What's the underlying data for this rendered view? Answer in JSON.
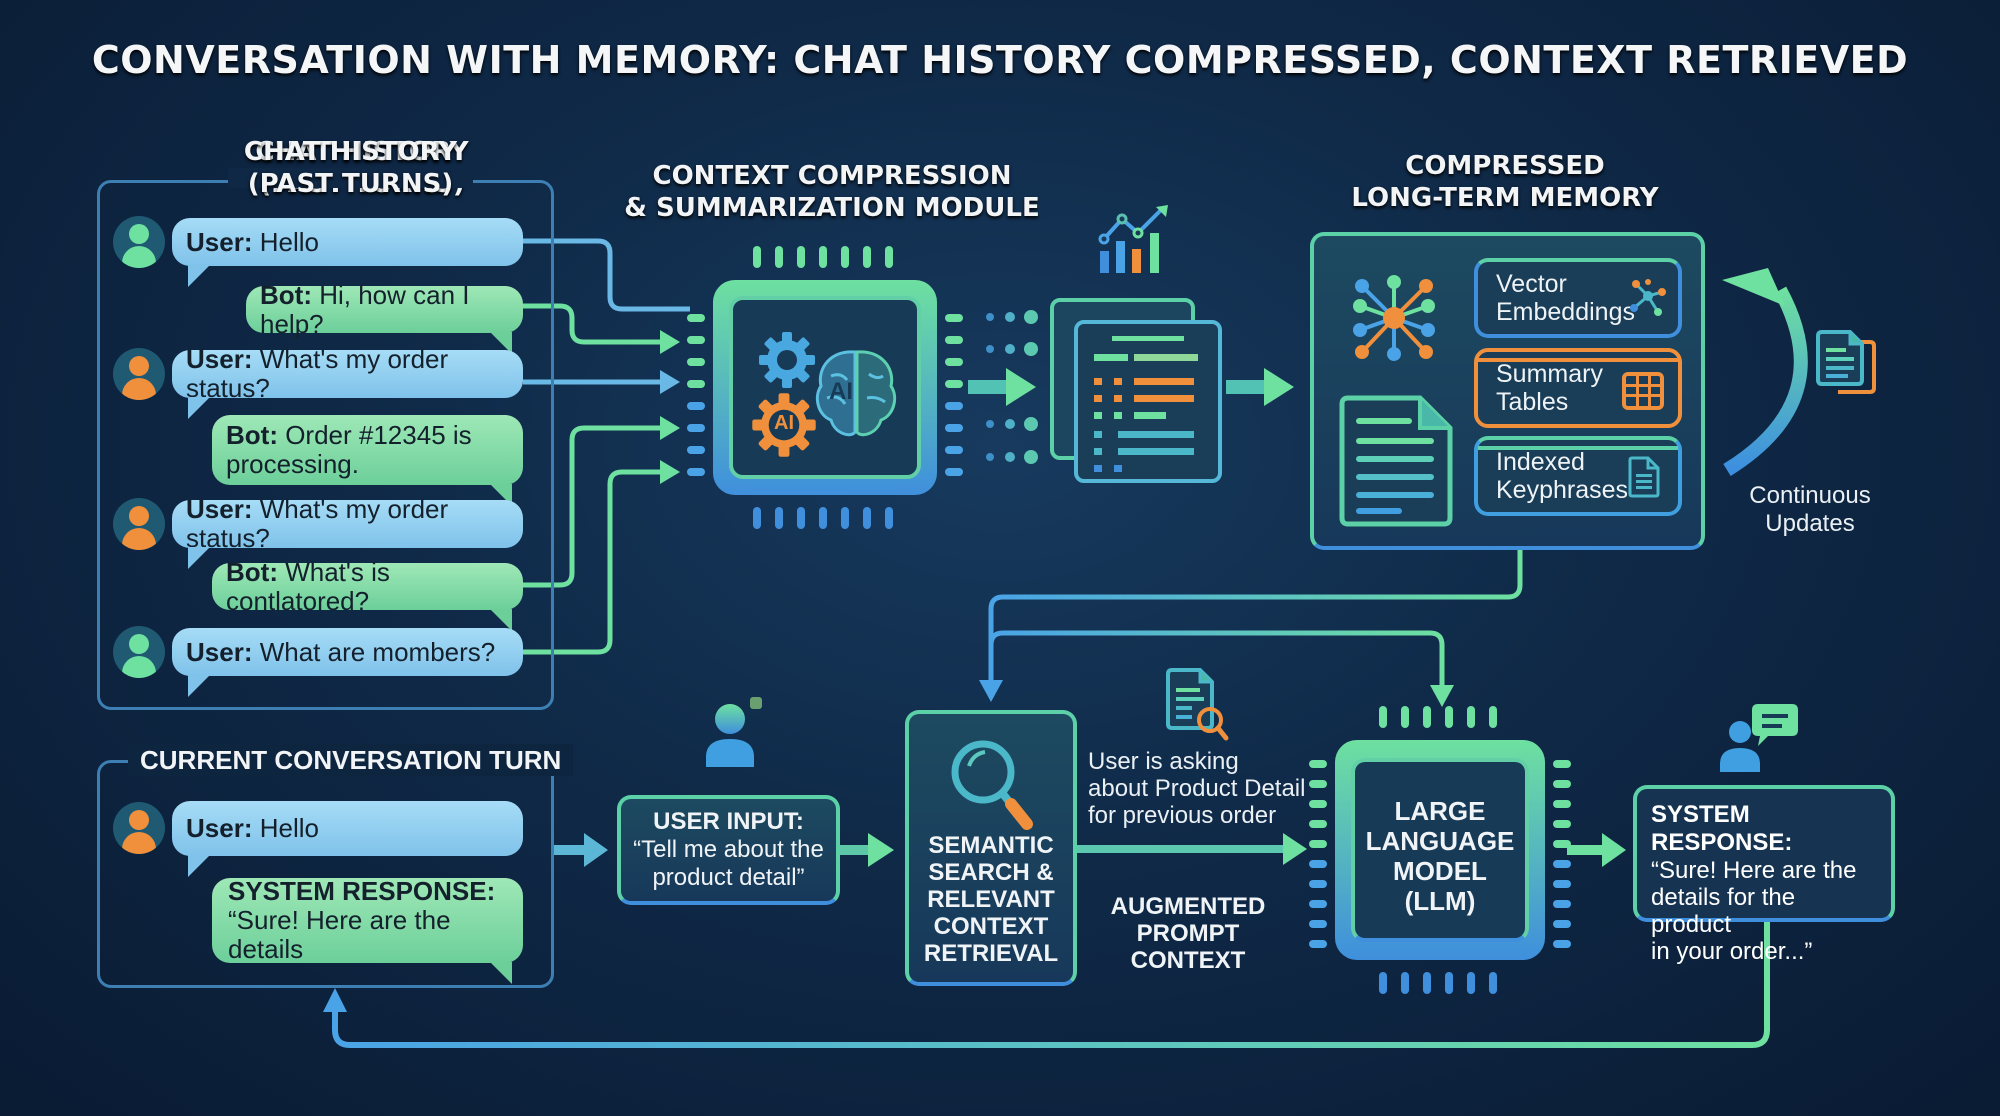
{
  "title": "CONVERSATION WITH MEMORY: CHAT HISTORY COMPRESSED, CONTEXT RETRIEVED",
  "colors": {
    "background": "#0f2947",
    "accent_green": "#6ee0a0",
    "accent_blue": "#4a9fe0",
    "accent_orange": "#f0903c",
    "user_bubble": "#8fcdef",
    "bot_bubble": "#80dba8"
  },
  "chat_history": {
    "heading_line1": "CHAT HISTORY",
    "heading_line2": "(PAST TURNS)",
    "messages": [
      {
        "role": "user",
        "speaker": "User:",
        "text": " Hello",
        "avatar_color": "green"
      },
      {
        "role": "bot",
        "speaker": "Bot:",
        "text": " Hi, how can I help?"
      },
      {
        "role": "user",
        "speaker": "User:",
        "text": " What's my order status?",
        "avatar_color": "orange"
      },
      {
        "role": "bot",
        "speaker": "Bot:",
        "text": " Order #12345 is",
        "text2": "processing."
      },
      {
        "role": "user",
        "speaker": "User:",
        "text": " What's my order status?",
        "avatar_color": "orange"
      },
      {
        "role": "bot",
        "speaker": "Bot:",
        "text": " What's is contlatored?"
      },
      {
        "role": "user",
        "speaker": "User:",
        "text": " What are mombers?",
        "avatar_color": "green"
      }
    ]
  },
  "compression_module": {
    "heading_line1": "CONTEXT COMPRESSION",
    "heading_line2": "& SUMMARIZATION MODULE",
    "brain_label": "AI",
    "gear_label": "AI",
    "icons": [
      "gear-icon",
      "brain-icon",
      "ai-gear-icon"
    ]
  },
  "compressed_docs": {
    "icons": [
      "chart-icon",
      "document-stack-icon"
    ]
  },
  "long_term_memory": {
    "heading_line1": "COMPRESSED",
    "heading_line2": "LONG-TERM MEMORY",
    "items": [
      {
        "line1": "Vector",
        "line2": "Embeddings",
        "icon": "network-icon"
      },
      {
        "line1": "Summary",
        "line2": "Tables",
        "icon": "table-icon"
      },
      {
        "line1": "Indexed",
        "line2": "Keyphrases",
        "icon": "document-icon"
      }
    ],
    "update_label_line1": "Continuous",
    "update_label_line2": "Updates"
  },
  "current_turn": {
    "heading": "CURRENT CONVERSATION TURN",
    "user_speaker": "User:",
    "user_text": " Hello",
    "response_heading": "SYSTEM RESPONSE:",
    "response_text": "“Sure! Here are the details"
  },
  "user_input": {
    "heading": "USER INPUT:",
    "line1": "“Tell me about the",
    "line2": "product detail”"
  },
  "semantic_search": {
    "lines": [
      "SEMANTIC",
      "SEARCH &",
      "RELEVANT",
      "CONTEXT",
      "RETRIEVAL"
    ]
  },
  "retrieval_note": {
    "lines": [
      "User is asking",
      "about Product Detail",
      "for previous order"
    ]
  },
  "augmented_prompt": {
    "lines": [
      "AUGMENTED",
      "PROMPT",
      "CONTEXT"
    ]
  },
  "llm": {
    "lines": [
      "LARGE",
      "LANGUAGE",
      "MODEL",
      "(LLM)"
    ]
  },
  "system_response": {
    "heading": "SYSTEM RESPONSE:",
    "lines": [
      "“Sure! Here are the",
      "details for the product",
      "in your order...”"
    ]
  }
}
